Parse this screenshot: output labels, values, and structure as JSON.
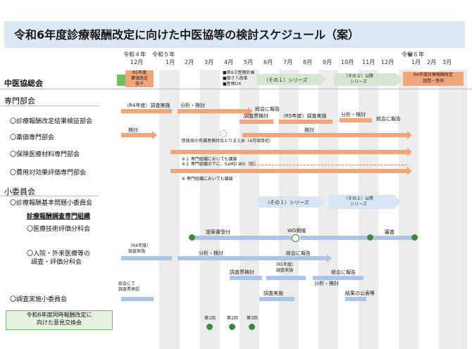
{
  "title": "令和6年度診療報酬改定に向けた中医協等の検討スケジュール（案）",
  "years": {
    "r4": "令和４年",
    "r5": "令和５年",
    "r6": "令和６年"
  },
  "months": [
    "12月",
    "1月",
    "2月",
    "3月",
    "4月",
    "5月",
    "6月",
    "7月",
    "8月",
    "9月",
    "10月",
    "11月",
    "12月",
    "1月",
    "2月",
    "3月"
  ],
  "rows": {
    "chuikyo": "中医協総会",
    "senmon": "専門部会",
    "kensho": "〇診療報酬改定結果検証部会",
    "yakka": "〇薬価専門部会",
    "hoken": "〇保険医療材料専門部会",
    "hiyou": "〇費用対効果評価専門部会",
    "shoiin": "小委員会",
    "kihon": "〇診療報酬基本問題小委員会",
    "chousa_senmon": "診療報酬調査専門組織",
    "gijutsu": "〇医療技術評価分科会",
    "nyuin_1": "〇入院・外来医療等の",
    "nyuin_2": "調査・評価分科会",
    "chousa_jisshi": "〇調査実施小委員会",
    "iken_1": "令和6年度同時報酬改定に",
    "iken_2": "向けた意見交換会"
  },
  "chuikyo_items": {
    "r5_kaitei_1": "R5年度",
    "r5_kaitei_2": "薬価改定",
    "r5_kaitei_3": "骨子",
    "list_1": "■第8次医療計画",
    "list_2": "■働き方改革",
    "list_3": "■医療DX",
    "phase1": "（その１）シリーズ",
    "phase2_1": "（その２）以降",
    "phase2_2": "シリーズ",
    "r6_1": "R6年度診療報酬改定",
    "r6_2": "諮問・答申"
  },
  "kensho_items": {
    "r4": "（R4年度）調査実施",
    "bunseki": "分析・検討",
    "sokai1": "総会に報告",
    "chousahyo": "調査票検討",
    "r5": "（R5年度）調査実施",
    "bunseki2": "分析・検討",
    "sokai2": "総会に報告"
  },
  "yakka_items": {
    "kento1": "検討",
    "kento2": "検討",
    "note": "医政局の有識者検討会とりまとめ（4月頃目処）"
  },
  "hoken_items": {
    "note1": "※１ 専門組織においても議論",
    "note2": "※２ 専門組織の下に、SaMD WG（仮）"
  },
  "hiyou_items": {
    "note": "※ 専門組織においても議論"
  },
  "kihon_items": {
    "phase1": "（その１）シリーズ",
    "phase2_1": "（その２）以降",
    "phase2_2": "シリーズ"
  },
  "gijutsu_items": {
    "teian": "提案書受付",
    "wg": "WG開催",
    "shinsa": "審査"
  },
  "nyuin_items": {
    "r4_1": "（R4年度）",
    "r4_2": "調査実施",
    "bunseki": "分析・検討",
    "sokai": "総会に報告",
    "chousahyo": "調査票検討",
    "r5_1": "（R5年度）",
    "r5_2": "調査実施",
    "sokai2": "総会に報告",
    "bunseki2": "分析・検討"
  },
  "jisshi_items": {
    "sokai_1": "総会にて",
    "sokai_2": "調査票承認",
    "chousa": "調査実施",
    "kekka": "結果の公表等"
  },
  "iken_items": {
    "d1": "第1回",
    "d2": "第2回",
    "d3": "第3回"
  }
}
